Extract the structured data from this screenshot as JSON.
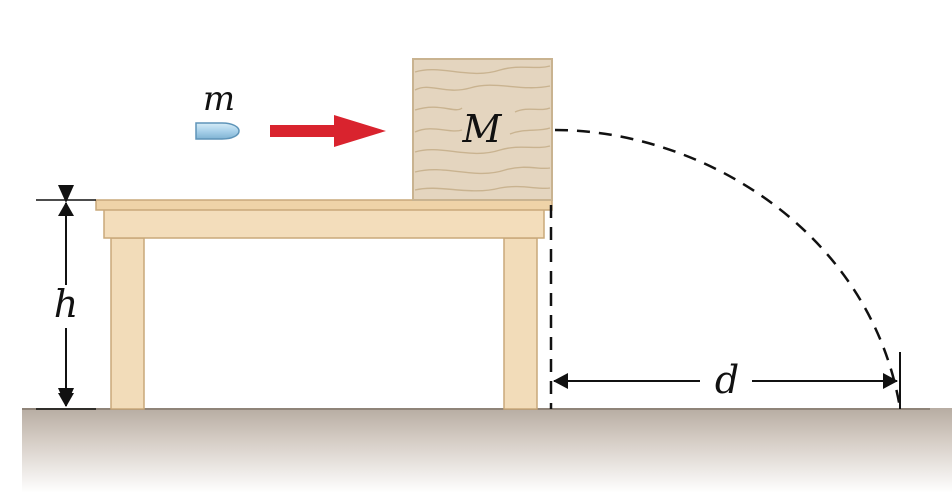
{
  "labels": {
    "bullet_mass": "m",
    "block_mass": "M",
    "table_height": "h",
    "landing_distance": "d"
  },
  "colors": {
    "arrow": "#d9232e",
    "bullet": "#a9d1ea",
    "wood_block": "#e4d5bf",
    "wood_grain": "#c9b390",
    "table": "#f0d9b5",
    "table_edge": "#c9a87a",
    "floor": "#c9bfb5"
  }
}
